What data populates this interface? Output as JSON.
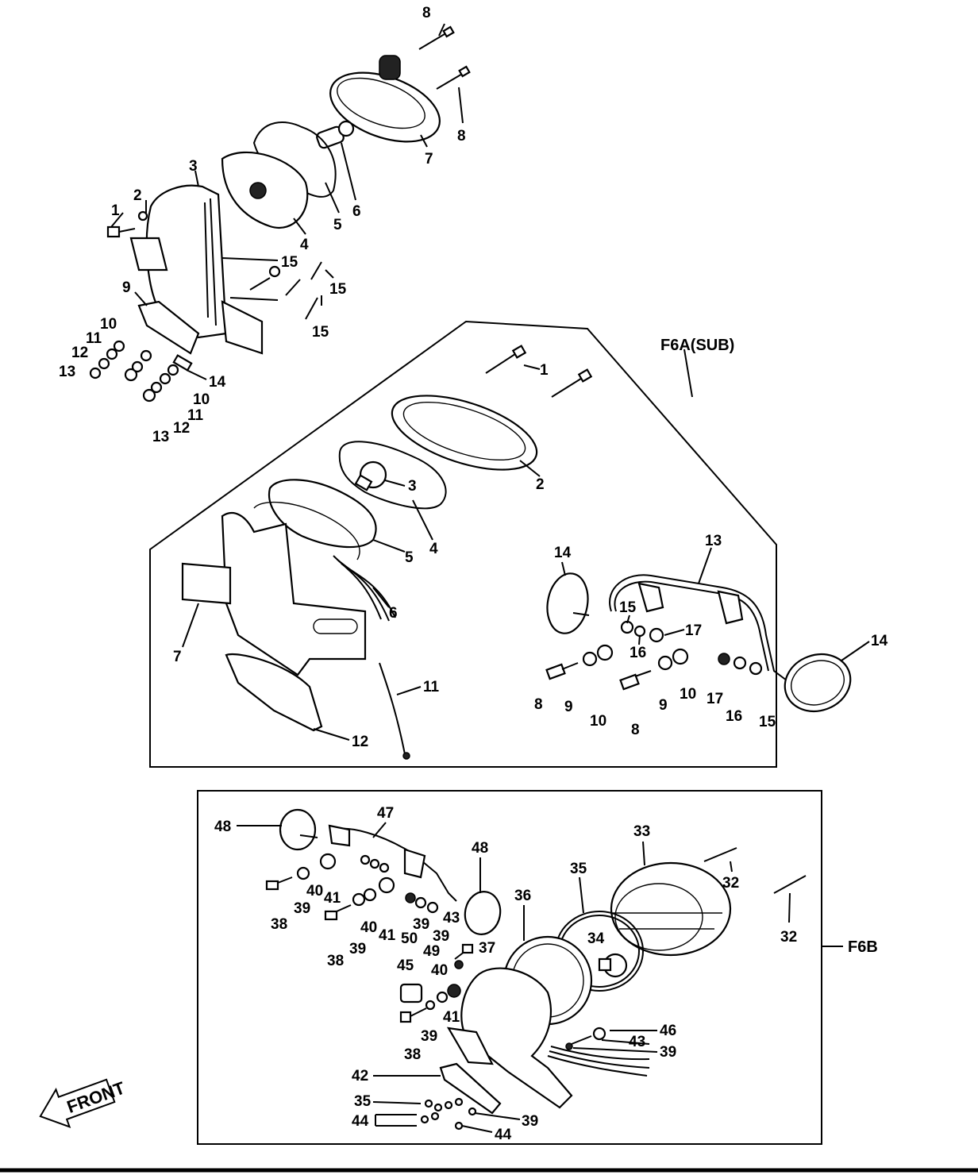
{
  "figure": {
    "front_label": "FRONT",
    "sub_labels": {
      "f6a": "F6A(SUB)",
      "f6b": "F6B"
    }
  },
  "main_labels": [
    "8",
    "8",
    "7",
    "6",
    "5",
    "4",
    "3",
    "2",
    "1",
    "15",
    "15",
    "15",
    "9",
    "10",
    "11",
    "12",
    "13",
    "14",
    "10",
    "11",
    "12",
    "13"
  ],
  "f6a_labels": [
    "1",
    "2",
    "3",
    "4",
    "5",
    "6",
    "7",
    "11",
    "12",
    "13",
    "14",
    "14",
    "15",
    "16",
    "17",
    "8",
    "9",
    "10",
    "8",
    "9",
    "10",
    "17",
    "16",
    "15"
  ],
  "f6b_labels": [
    "48",
    "47",
    "48",
    "36",
    "35",
    "33",
    "32",
    "32",
    "38",
    "39",
    "40",
    "41",
    "38",
    "39",
    "40",
    "41",
    "39",
    "50",
    "43",
    "39",
    "49",
    "37",
    "34",
    "45",
    "40",
    "41",
    "38",
    "39",
    "46",
    "43",
    "39",
    "42",
    "35",
    "44",
    "39",
    "44"
  ]
}
